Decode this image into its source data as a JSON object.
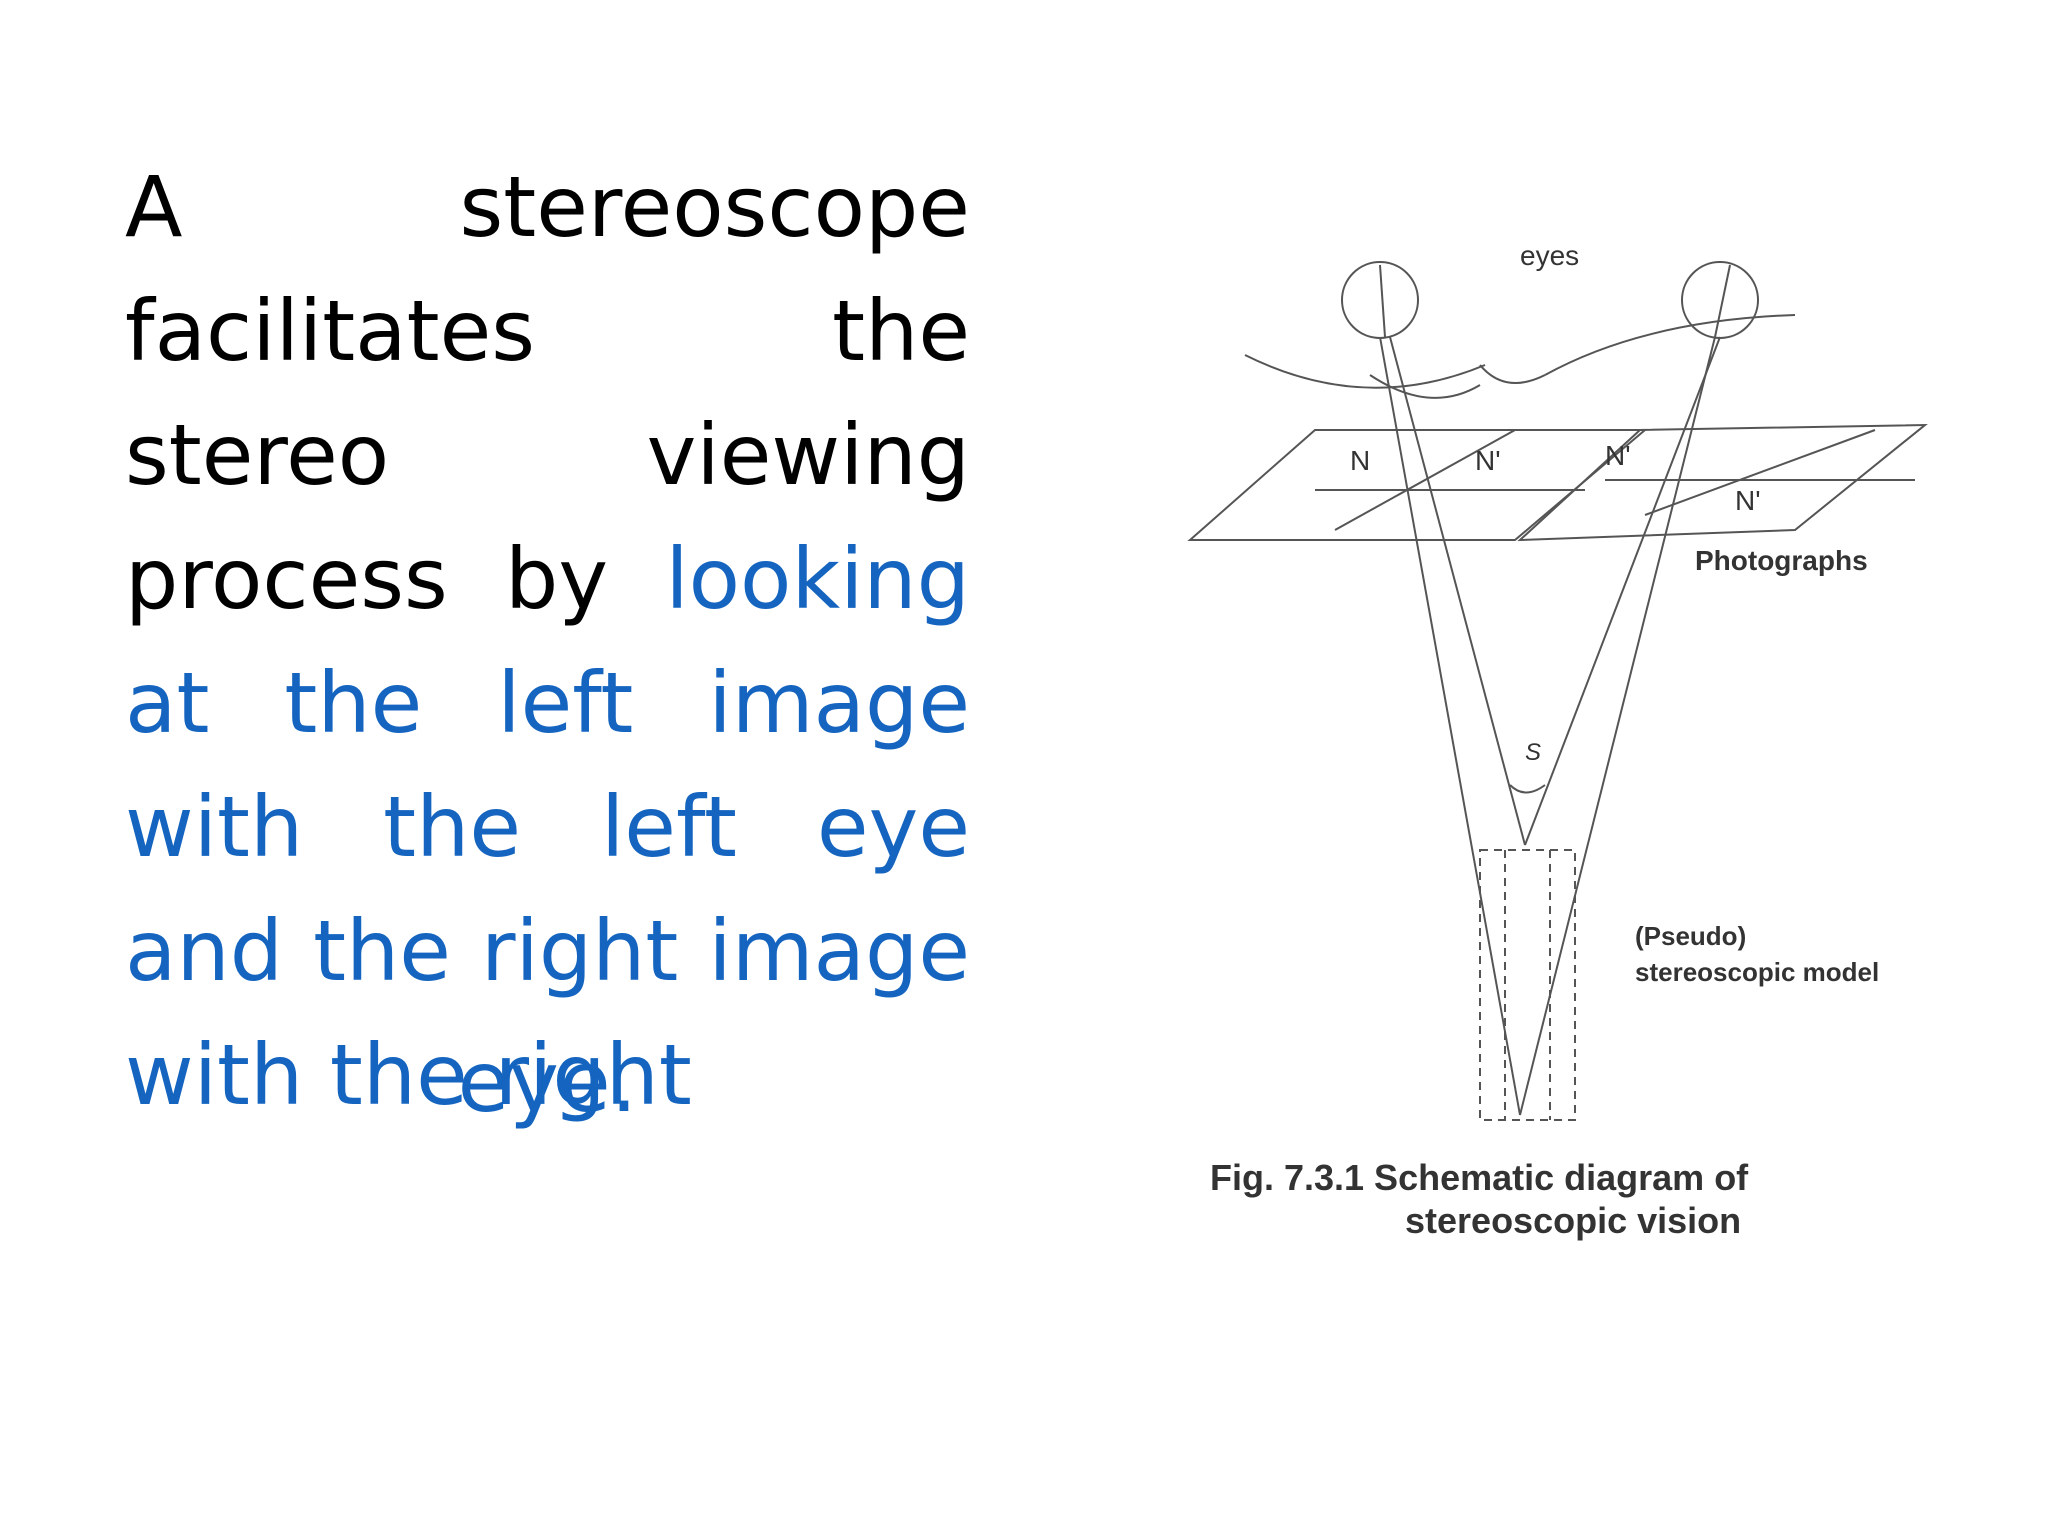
{
  "slide": {
    "text_black": "A stereoscope facilitates the stereo viewing process by",
    "text_blue": "looking at the left image with the left eye and the right image with the right",
    "text_blue_tail": "eye."
  },
  "figure": {
    "label_eyes": "eyes",
    "label_n1": "N",
    "label_n2": "N'",
    "label_n3": "N'",
    "label_n4": "N'",
    "label_photographs": "Photographs",
    "label_s": "S",
    "label_pseudo_line1": "(Pseudo)",
    "label_pseudo_line2": "stereoscopic model",
    "caption_line1": "Fig. 7.3.1  Schematic diagram of",
    "caption_line2": "stereoscopic vision"
  }
}
